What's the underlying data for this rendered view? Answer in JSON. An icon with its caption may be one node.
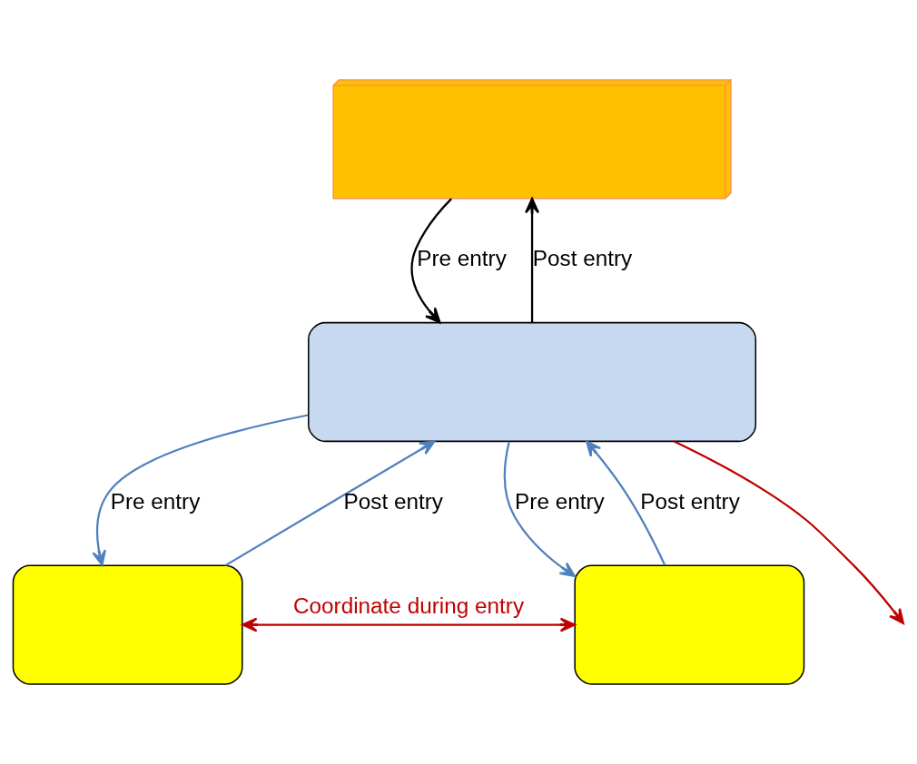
{
  "diagram": {
    "nodes": [
      {
        "text": [],
        "shape": "box"
      },
      {
        "text": [],
        "shape": "box"
      },
      {
        "text": [],
        "shape": "box"
      },
      {
        "text": [],
        "shape": "box"
      }
    ],
    "edges": [
      {
        "from": 0,
        "to": 1,
        "arrow": "to",
        "label": "Pre entry",
        "color": "#000000"
      },
      {
        "from": 1,
        "to": 0,
        "arrow": "to",
        "label": "Post entry",
        "color": "#000000"
      },
      {
        "from": 1,
        "to": 2,
        "arrow": "to",
        "label": "Pre entry",
        "color": "#4f81bd"
      },
      {
        "from": 2,
        "to": 1,
        "arrow": "to",
        "label": "Post entry",
        "color": "#4f81bd"
      },
      {
        "from": 1,
        "to": 3,
        "arrow": "to",
        "label": "Pre entry",
        "color": "#4f81bd"
      },
      {
        "from": 3,
        "to": 1,
        "arrow": "to",
        "label": "Post entry",
        "color": "#4f81bd"
      },
      {
        "from": 1,
        "to": null,
        "arrow": "to",
        "color": "#c00000"
      },
      {
        "from": 2,
        "to": 3,
        "arrow": "both",
        "label": "Coordinate during entry",
        "color": "#c00000"
      }
    ]
  }
}
